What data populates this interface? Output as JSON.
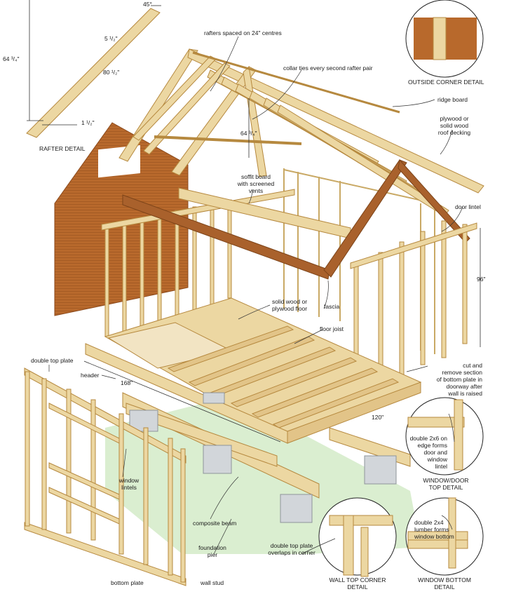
{
  "labels": {
    "angle": "45°",
    "height_64": "64 ³/₄\"",
    "w_5": "5 ¹/₂\"",
    "len_80": "80 ¹/₂\"",
    "t_1": "1 ¹/₂\"",
    "rafter_detail": "RAFTER DETAIL",
    "rafters_spaced": "rafters spaced on 24\" centres",
    "collar_ties": "collar ties every second rafter pair",
    "outside_corner": "OUTSIDE CORNER DETAIL",
    "ridge_board": "ridge board",
    "roof_decking": "plywood or\nsolid wood\nroof decking",
    "inner_64": "64 ³/₄\"",
    "soffit": "soffit board\nwith screened\nvents",
    "door_lintel": "door lintel",
    "wall_96": "96\"",
    "solid_floor": "solid wood or\nplywood floor",
    "fascia": "fascia",
    "floor_joist": "floor joist",
    "double_top_plate": "double top plate",
    "header": "header",
    "dim_168": "168\"",
    "cut_remove": "cut and\nremove section\nof bottom plate in\ndoorway after\nwall is raised",
    "dim_120": "120\"",
    "double_2x6": "double 2x6 on\nedge forms\ndoor and\nwindow\nlintel",
    "window_door_top": "WINDOW/DOOR\nTOP DETAIL",
    "window_lintels": "window\nlintels",
    "composite_beam": "composite beam",
    "foundation_pier": "foundation\npier",
    "double_top_overlaps": "double top plate\noverlaps in corner",
    "double_2x4": "double 2x4\nlumber forms\nwindow bottom",
    "bottom_plate": "bottom plate",
    "wall_stud": "wall stud",
    "wall_top_corner": "WALL TOP CORNER\nDETAIL",
    "window_bottom_detail": "WINDOW BOTTOM\nDETAIL"
  },
  "colors": {
    "wood": "#ecd7a2",
    "wood_edge": "#b6893f",
    "siding": "#b8692c",
    "fascia": "#a9612c",
    "pier": "#d2d6da",
    "ground": "#d6eccb"
  }
}
